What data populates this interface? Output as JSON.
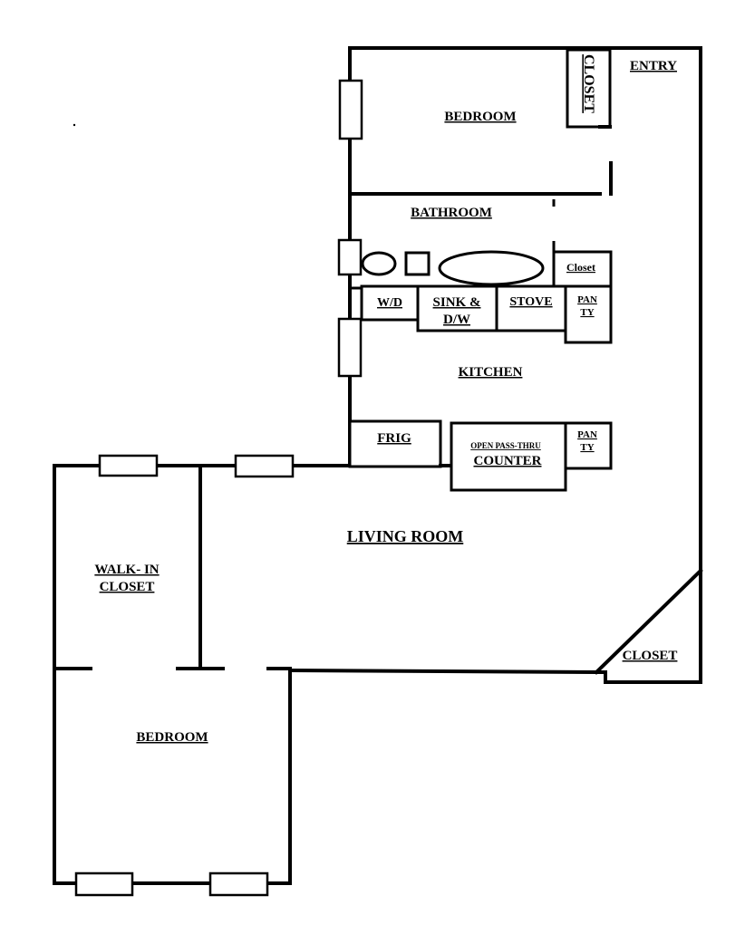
{
  "labels": {
    "entry": "ENTRY",
    "closet_top": "CLOSET",
    "bedroom_top": "BEDROOM",
    "bathroom": "BATHROOM",
    "closet_small": "Closet",
    "wd": "W/D",
    "sink_line1": "SINK &",
    "sink_line2": "D/W",
    "stove": "STOVE",
    "pantry_top_line1": "PAN",
    "pantry_top_line2": "TY",
    "kitchen": "KITCHEN",
    "frig": "FRIG",
    "counter_line1": "OPEN PASS-THRU",
    "counter_line2": "COUNTER",
    "pantry_bottom_line1": "PAN",
    "pantry_bottom_line2": "TY",
    "living_room": "LIVING ROOM",
    "walkin_line1": "WALK- IN",
    "walkin_line2": "CLOSET",
    "closet_corner": "CLOSET",
    "bedroom_bottom": "BEDROOM"
  }
}
